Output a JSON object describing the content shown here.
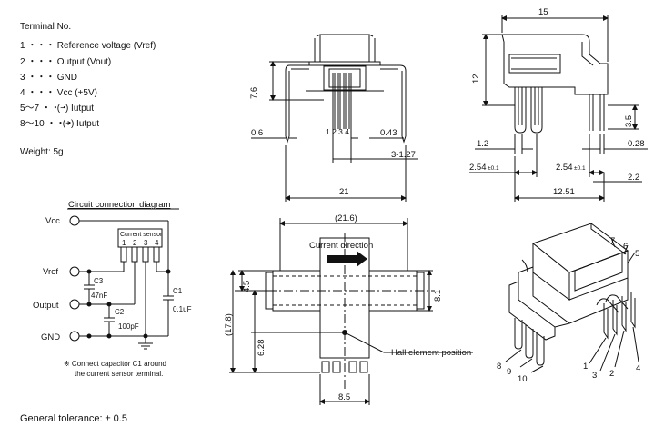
{
  "terminal": {
    "title": "Terminal No.",
    "rows": [
      {
        "no": "1",
        "dots": "・・・",
        "desc": "Reference voltage (Vref)"
      },
      {
        "no": "2",
        "dots": "・・・",
        "desc": "Output (Vout)"
      },
      {
        "no": "3",
        "dots": "・・・",
        "desc": "GND"
      },
      {
        "no": "4",
        "dots": "・・・",
        "desc": "Vcc (+5V)"
      },
      {
        "no": "5～7",
        "dots": "・・・",
        "desc": "(−) Iutput"
      },
      {
        "no": "8～10",
        "dots": "・・・",
        "desc": "(+) Iutput"
      }
    ]
  },
  "weight": "Weight: 5g",
  "tolerance": "General tolerance: ± 0.5",
  "circuit": {
    "title": "Circuit connection diagram",
    "pins": {
      "vcc": "Vcc",
      "vref": "Vref",
      "output": "Output",
      "gnd": "GND"
    },
    "sensor_label": "Current sensor",
    "sensor_pins": [
      "1",
      "2",
      "3",
      "4"
    ],
    "c3": "C3",
    "c3_value": "47nF",
    "c2": "C2",
    "c2_value": "100pF",
    "c1": "C1",
    "c1_value": "0.1uF",
    "note_line1": "※ Connect capacitor C1 around",
    "note_line2": "the current sensor terminal."
  },
  "front_view": {
    "dim_height": "7.6",
    "dim_pin_width": "0.6",
    "dim_pin_thick": "0.43",
    "pin_labels": "1 2 3 4",
    "dim_pitch": "3-1.27",
    "dim_width": "21"
  },
  "side_view": {
    "dim_top": "15",
    "dim_height": "12",
    "dim_3_5": "3.5",
    "dim_1_2": "1.2",
    "dim_0_28": "0.28",
    "dim_2_54a": "2.54",
    "dim_2_54a_tol": "±0.1",
    "dim_2_54b": "2.54",
    "dim_2_54b_tol": "±0.1",
    "dim_2_2": "2.2",
    "dim_12_51": "12.51"
  },
  "bottom_view": {
    "dim_21_6": "(21.6)",
    "current_direction": "Current direction",
    "dim_4_5": "4.5",
    "dim_8_1": "8.1",
    "dim_17_8": "(17.8)",
    "dim_6_28": "6.28",
    "hall_label": "Hall element position",
    "dim_8_5": "8.5"
  },
  "iso_view": {
    "labels": [
      "1",
      "2",
      "3",
      "4",
      "5",
      "6",
      "7",
      "8",
      "9",
      "10"
    ]
  }
}
